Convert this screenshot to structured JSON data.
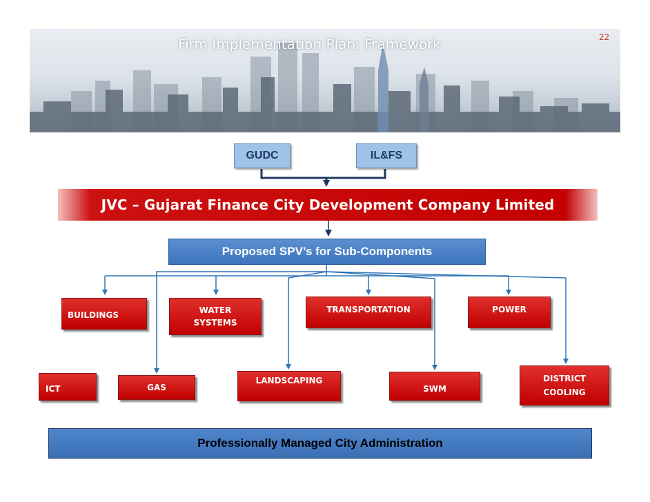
{
  "header": {
    "title": "Firm Implementation Plan: Framework",
    "page_number": "22"
  },
  "partners": {
    "left": "GUDC",
    "right": "IL&FS"
  },
  "jvc": {
    "label": "JVC – Gujarat Finance City Development  Company Limited"
  },
  "spv": {
    "label": "Proposed SPV’s for Sub-Components"
  },
  "components": {
    "buildings": "BUILDINGS",
    "water_1": "WATER",
    "water_2": "SYSTEMS",
    "transportation": "TRANSPORTATION",
    "power": "POWER",
    "ict": "ICT",
    "gas": "GAS",
    "landscaping": "LANDSCAPING",
    "swm": "SWM",
    "district_1": "DISTRICT",
    "district_2": "COOLING"
  },
  "footer": {
    "label": "Professionally Managed City Administration"
  },
  "colors": {
    "red": "#c00000",
    "blue": "#3d74bd",
    "light_blue": "#9dc3e6",
    "connector": "#2e75b6"
  }
}
